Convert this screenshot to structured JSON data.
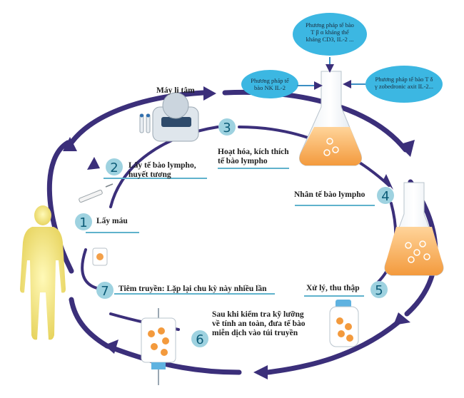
{
  "steps": [
    {
      "n": "1",
      "text": "Lấy máu"
    },
    {
      "n": "2",
      "text": "Lấy tế bào lympho,\nhuyết tương"
    },
    {
      "n": "3",
      "text": "Hoạt hóa, kích thích\ntế bào lympho"
    },
    {
      "n": "4",
      "text": "Nhân tế bào lympho"
    },
    {
      "n": "5",
      "text": "Xử lý, thu thập"
    },
    {
      "n": "6",
      "text": "Sau khi kiểm tra kỹ lưỡng\nvề tính an toàn, đưa tế bào\nmiễn dịch vào túi truyền"
    },
    {
      "n": "7",
      "text": "Tiêm truyền: Lặp lại chu kỳ này nhiều lần"
    }
  ],
  "centrifuge_label": "Máy li tâm",
  "bubbles": {
    "top": "Phương pháp tế bào\nT β α kháng thể\nkháng CD3, IL-2 ...",
    "left": "Phương pháp tế\nbào NK IL-2",
    "right": "Phương pháp tế bào T δ\nγ zobedronic axit IL-2..."
  },
  "colors": {
    "cycle_arrow": "#3b2f7a",
    "number_circle": "#9ed2e0",
    "bubble": "#3cb7e2",
    "culture": "#f6a24a",
    "person": "#f3e98a",
    "underline": "#5fb2cc"
  }
}
